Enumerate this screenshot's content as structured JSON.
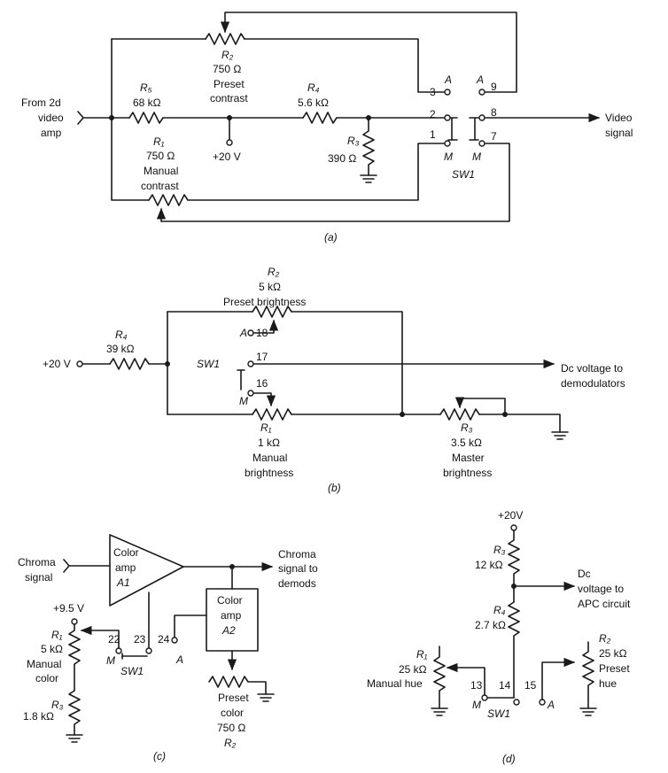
{
  "panel_a": {
    "caption": "(a)",
    "input_line1": "From 2d",
    "input_line2": "video",
    "input_line3": "amp",
    "output": "Video",
    "output2": "signal",
    "r2_name": "R₂",
    "r2_value": "750 Ω",
    "r2_line1": "Preset",
    "r2_line2": "contrast",
    "r5_name": "R₅",
    "r5_value": "68 kΩ",
    "r4_name": "R₄",
    "r4_value": "5.6 kΩ",
    "r3_name": "R₃",
    "r3_value": "390 Ω",
    "r1_name": "R₁",
    "r1_value": "750 Ω",
    "r1_line1": "Manual",
    "r1_line2": "contrast",
    "supply": "+20 V",
    "switch": "SW1",
    "pin1": "1",
    "pin2": "2",
    "pin3": "3",
    "pin7": "7",
    "pin8": "8",
    "pin9": "9",
    "pos_a": "A",
    "pos_m": "M"
  },
  "panel_b": {
    "caption": "(b)",
    "supply": "+20 V",
    "r4_name": "R₄",
    "r4_value": "39 kΩ",
    "r2_name": "R₂",
    "r2_value": "5 kΩ",
    "r2_label": "Preset brightness",
    "r1_name": "R₁",
    "r1_value": "1 kΩ",
    "r1_line1": "Manual",
    "r1_line2": "brightness",
    "r3_name": "R₃",
    "r3_value": "3.5 kΩ",
    "r3_line1": "Master",
    "r3_line2": "brightness",
    "switch": "SW1",
    "pin16": "16",
    "pin17": "17",
    "pin18": "18",
    "pos_a": "A",
    "pos_m": "M",
    "output": "Dc voltage to",
    "output2": "demodulators"
  },
  "panel_c": {
    "caption": "(c)",
    "input_line1": "Chroma",
    "input_line2": "signal",
    "amp1_line1": "Color",
    "amp1_line2": "amp",
    "amp1_line3": "A1",
    "amp2_line1": "Color",
    "amp2_line2": "amp",
    "amp2_line3": "A2",
    "output": "Chroma",
    "output2": "signal to",
    "output3": "demods",
    "supply": "+9.5 V",
    "r1_name": "R₁",
    "r1_value": "5 kΩ",
    "r1_line1": "Manual",
    "r1_line2": "color",
    "r3_name": "R₃",
    "r3_value": "1.8 kΩ",
    "r2_line1": "Preset",
    "r2_line2": "color",
    "r2_value": "750 Ω",
    "r2_name": "R₂",
    "switch": "SW1",
    "pin22": "22",
    "pin23": "23",
    "pin24": "24",
    "pos_a": "A",
    "pos_m": "M"
  },
  "panel_d": {
    "caption": "(d)",
    "supply": "+20V",
    "r3_name": "R₃",
    "r3_value": "12 kΩ",
    "r4_name": "R₄",
    "r4_value": "2.7 kΩ",
    "output": "Dc",
    "output2": "voltage to",
    "output3": "APC circuit",
    "r1_name": "R₁",
    "r1_value": "25 kΩ",
    "r1_label": "Manual hue",
    "r2_name": "R₂",
    "r2_value": "25 kΩ",
    "r2_line1": "Preset",
    "r2_line2": "hue",
    "switch": "SW1",
    "pin13": "13",
    "pin14": "14",
    "pin15": "15",
    "pos_a": "A",
    "pos_m": "M"
  }
}
